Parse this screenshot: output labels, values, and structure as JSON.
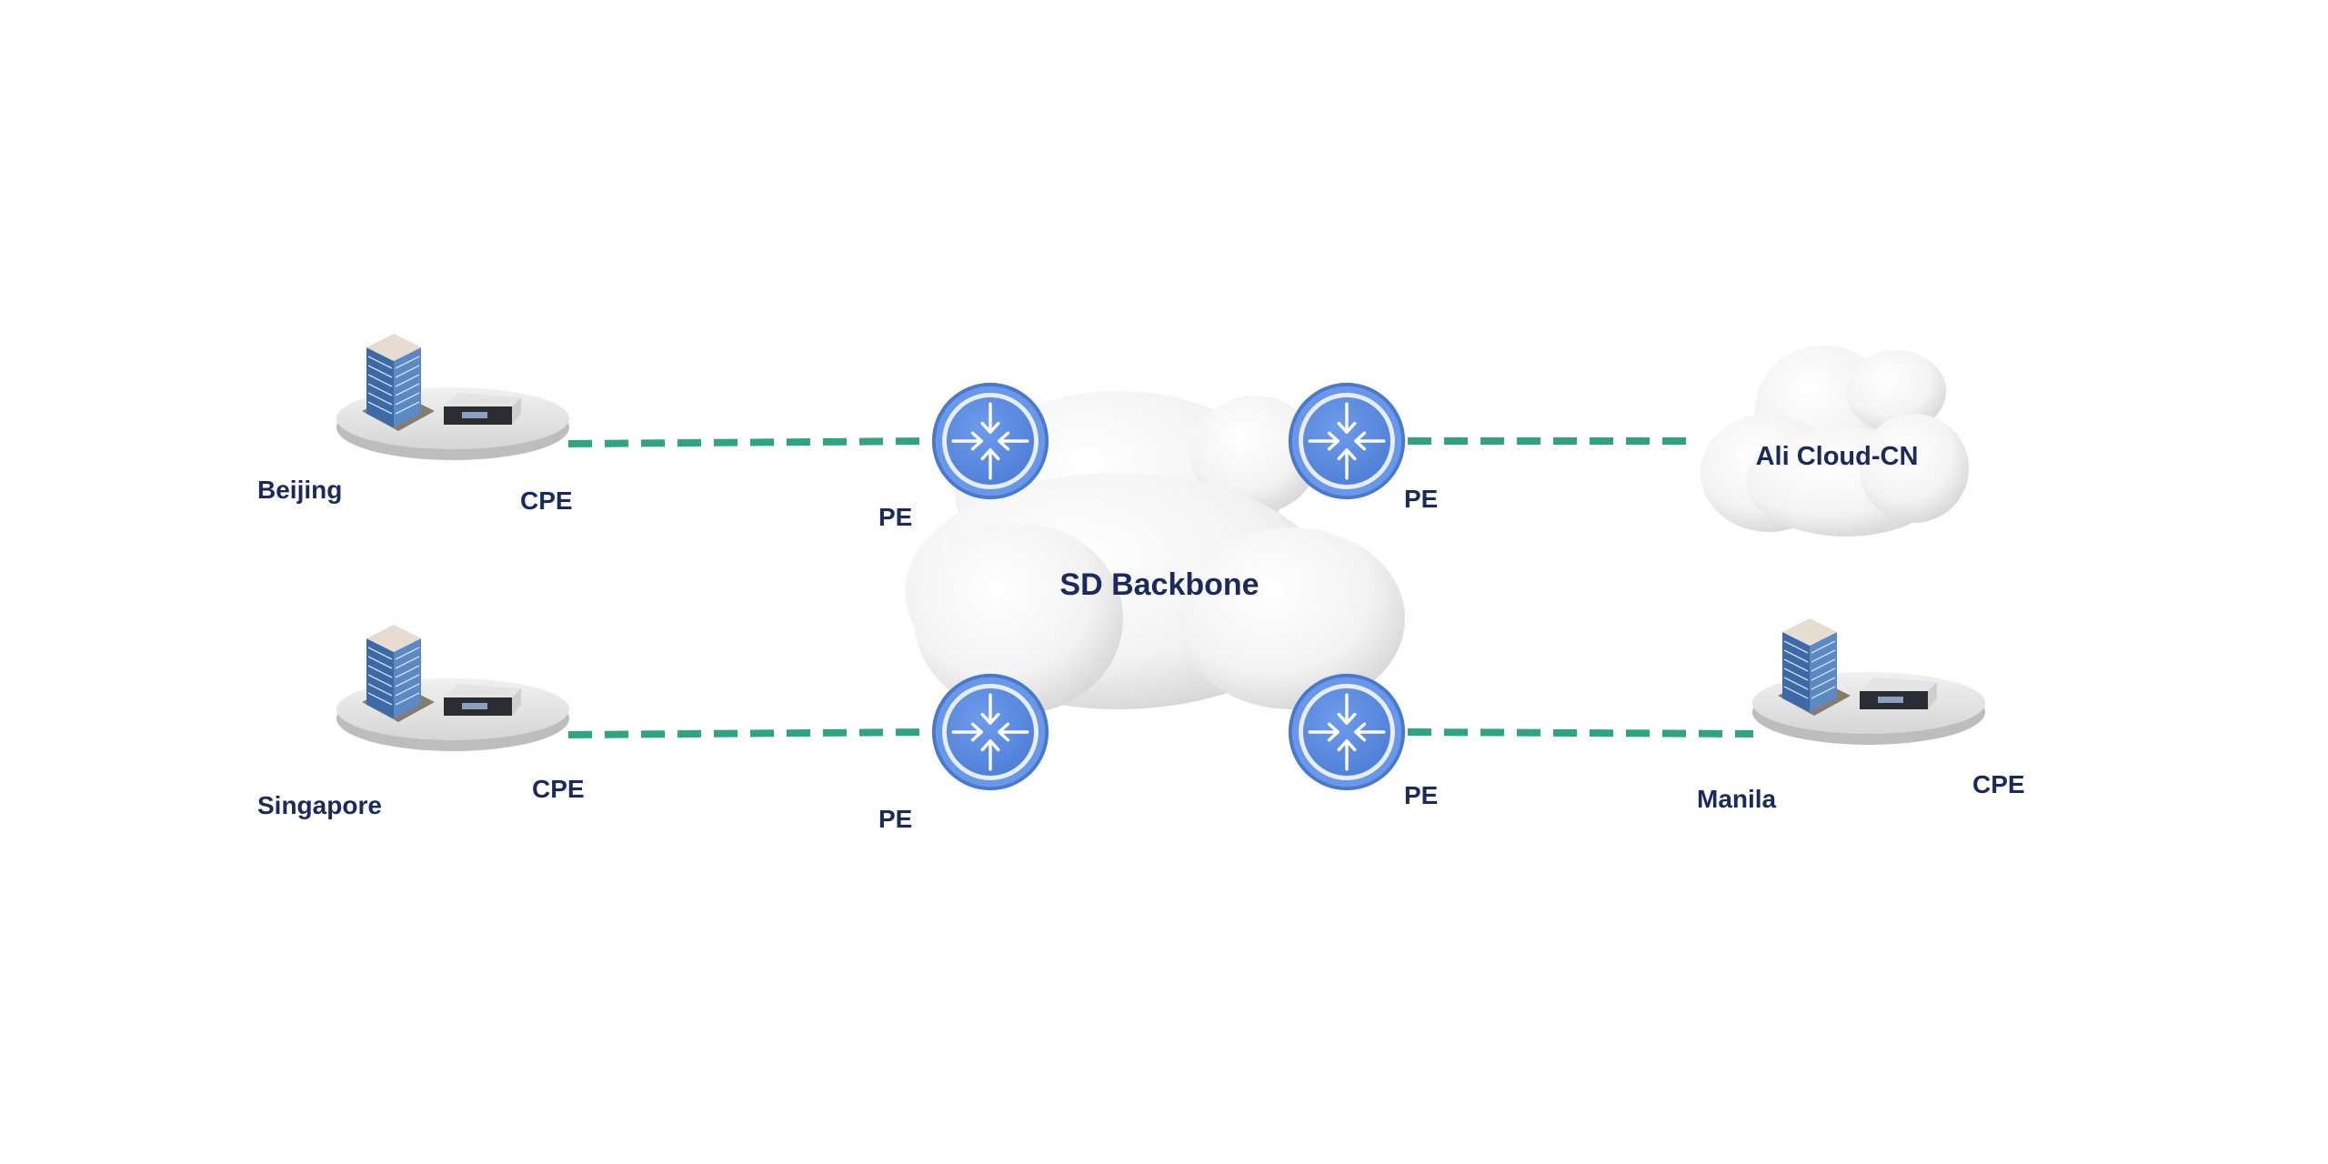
{
  "colors": {
    "link": "#2fa57f",
    "router": "#5b8de0",
    "text": "#1b2a5c"
  },
  "backbone": {
    "label": "SD Backbone"
  },
  "cloud": {
    "label": "Ali Cloud-CN"
  },
  "sites": [
    {
      "name": "Beijing",
      "device": "CPE"
    },
    {
      "name": "Singapore",
      "device": "CPE"
    },
    {
      "name": "Manila",
      "device": "CPE"
    }
  ],
  "pe": [
    {
      "label": "PE"
    },
    {
      "label": "PE"
    },
    {
      "label": "PE"
    },
    {
      "label": "PE"
    }
  ]
}
